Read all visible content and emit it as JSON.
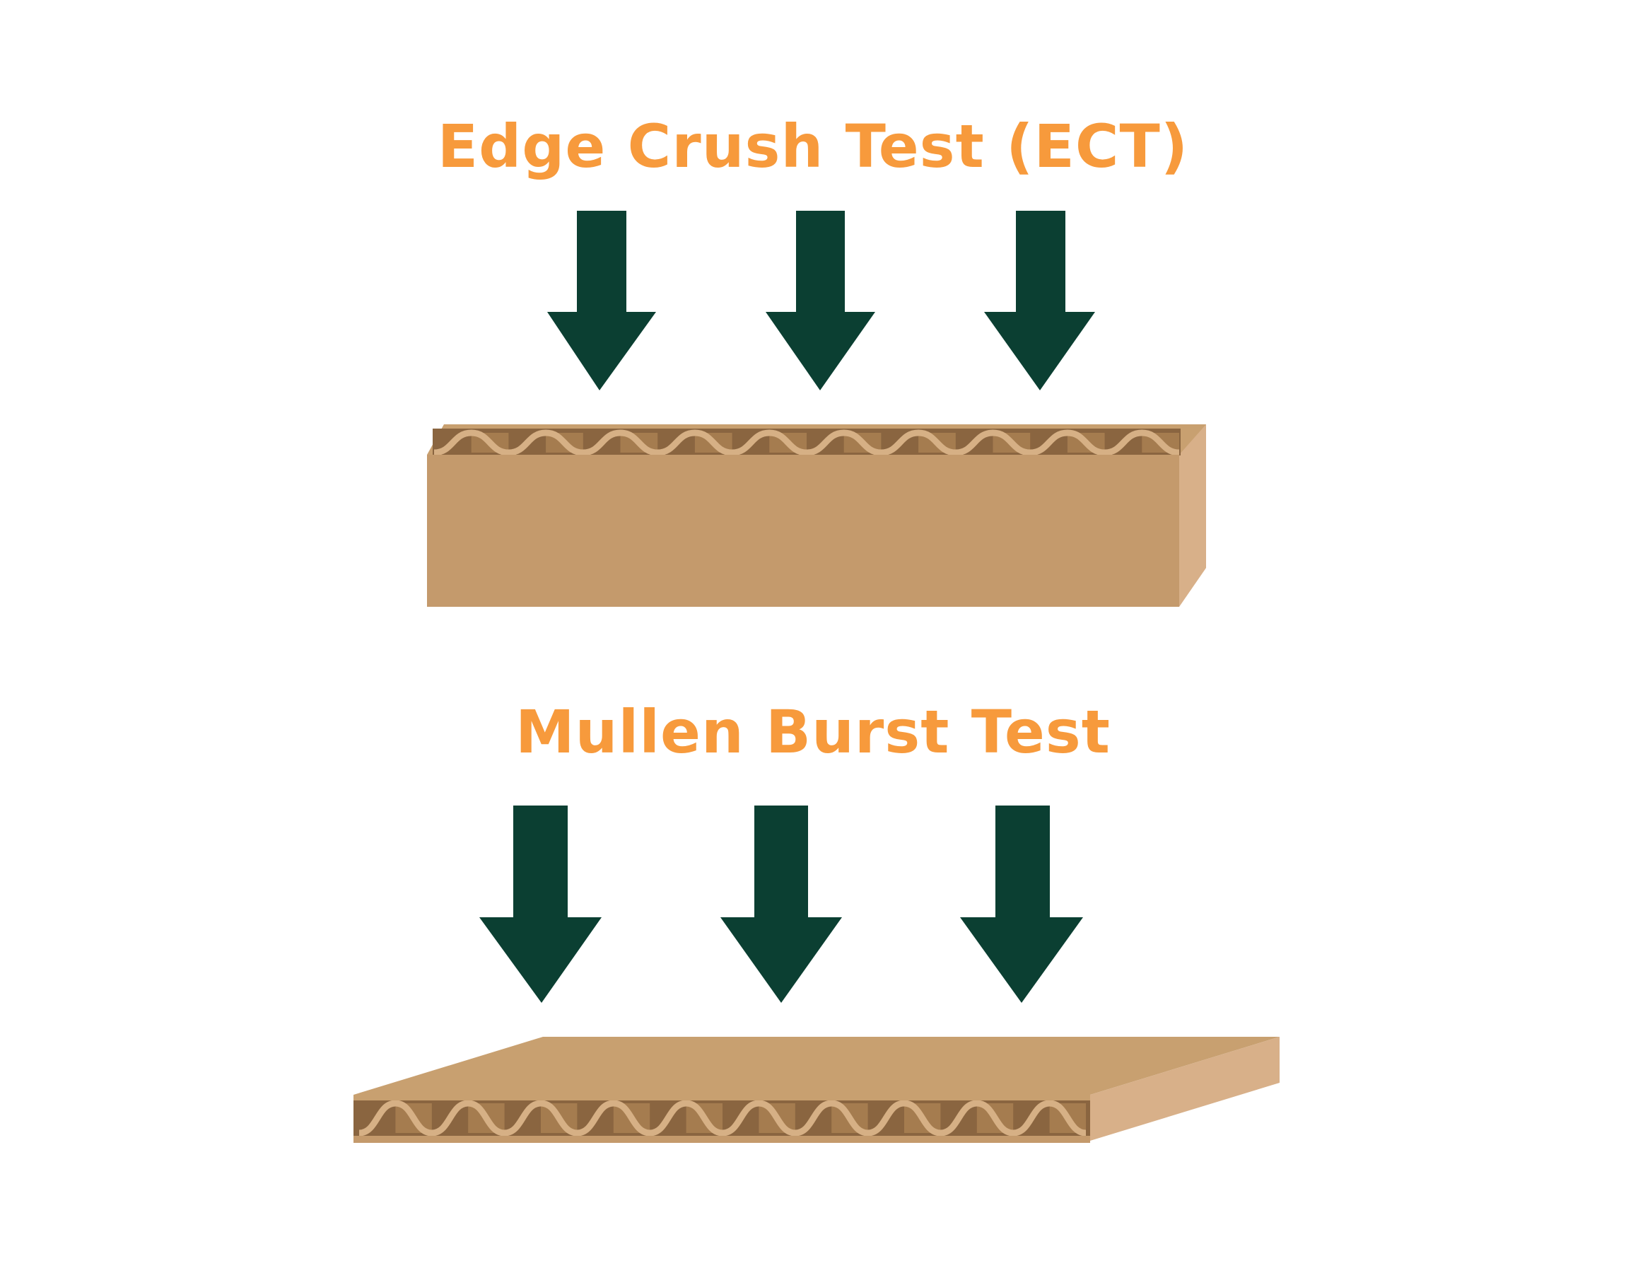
{
  "colors": {
    "title": "#f79a3c",
    "arrow": "#0b3f32",
    "cardboard_face": "#c49a6c",
    "cardboard_top": "#c8a070",
    "cardboard_side": "#d8b089",
    "flute_dark": "#8a6540",
    "flute_mid": "#a57c4f",
    "flute_light": "#d6b085"
  },
  "ect": {
    "title": "Edge Crush Test (ECT)",
    "arrow_count": 3,
    "flute_count": 10,
    "arrow_icon": "down-arrow-icon"
  },
  "mullen": {
    "title": "Mullen Burst Test",
    "arrow_count": 3,
    "flute_count": 10,
    "arrow_icon": "down-arrow-icon"
  }
}
